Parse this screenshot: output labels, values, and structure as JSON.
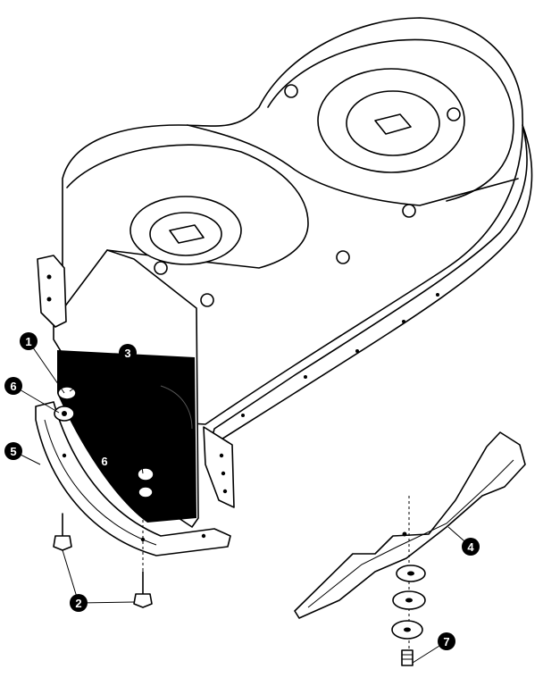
{
  "callouts": [
    {
      "id": "c1",
      "label": "1"
    },
    {
      "id": "c2",
      "label": "2"
    },
    {
      "id": "c3",
      "label": "3"
    },
    {
      "id": "c4",
      "label": "4"
    },
    {
      "id": "c5",
      "label": "5"
    },
    {
      "id": "c6a",
      "label": "6"
    },
    {
      "id": "c6b",
      "label": "6"
    },
    {
      "id": "c7",
      "label": "7"
    }
  ]
}
